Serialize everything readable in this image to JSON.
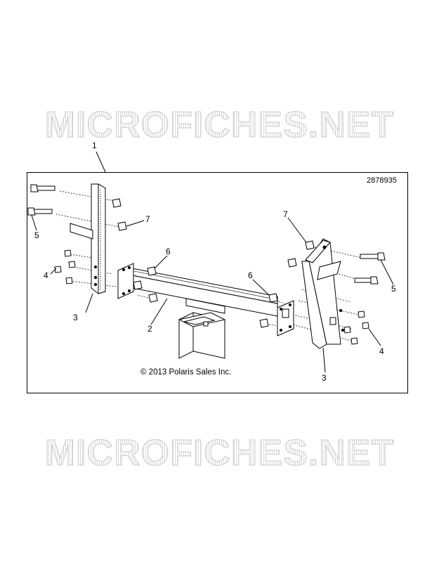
{
  "watermark": {
    "text": "MICROFICHES.NET"
  },
  "diagram": {
    "part_number": "2878935",
    "copyright": "© 2013 Polaris Sales Inc.",
    "callouts": {
      "assembly": "1",
      "receiver_tube": "2",
      "bracket_left": "3",
      "bracket_right": "3",
      "screw_left": "4",
      "screw_right": "4",
      "bolt_left": "5",
      "bolt_right": "5",
      "nut_center_left": "6",
      "nut_center_right": "6",
      "nut_left": "7",
      "nut_right": "7"
    }
  }
}
